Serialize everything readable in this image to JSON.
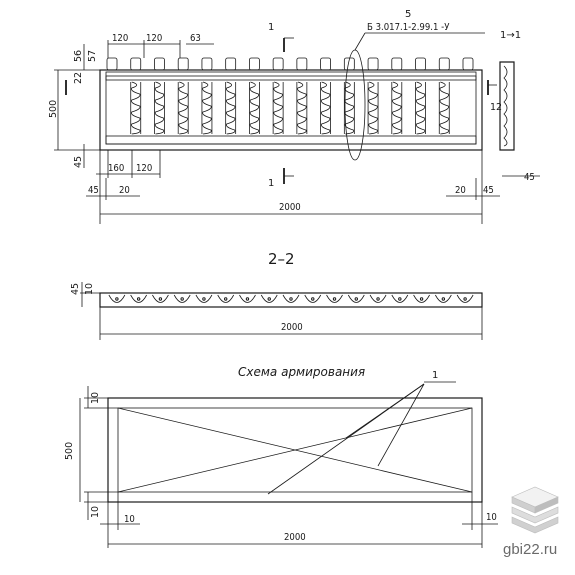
{
  "top_view": {
    "dims": {
      "post_spacing_1": "120",
      "post_spacing_2": "120",
      "post_width": "63",
      "post_top_1": "56",
      "post_top_2": "57",
      "rail_22": "22",
      "height": "500",
      "bottom_45": "45",
      "bottom_160": "160",
      "bottom_120": "120",
      "left_45": "45",
      "left_20": "20",
      "right_20": "20",
      "right_45": "45",
      "side_45": "45",
      "side_12": "12",
      "length": "2000"
    },
    "section_mark": "1",
    "section_arrow_label": "1→1",
    "callout_number": "5",
    "callout_text": "Б 3.017.1-2.99.1 -У"
  },
  "section_2": {
    "title": "2–2",
    "dims": {
      "h_45": "45",
      "h_10": "10",
      "length": "2000"
    }
  },
  "reinforcement": {
    "title": "Схема армирования",
    "callout_number": "1",
    "dims": {
      "top_10": "10",
      "height": "500",
      "bottom_10": "10",
      "left_10": "10",
      "right_10": "10",
      "length": "2000"
    }
  },
  "watermark": {
    "text": "gbi22.ru"
  }
}
